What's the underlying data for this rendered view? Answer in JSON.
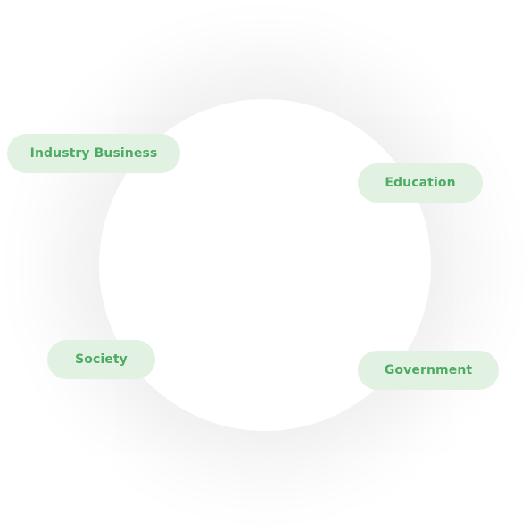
{
  "diagram": {
    "nodes": [
      {
        "id": "industry-business",
        "label": "Industry Business"
      },
      {
        "id": "education",
        "label": "Education"
      },
      {
        "id": "society",
        "label": "Society"
      },
      {
        "id": "government",
        "label": "Government"
      }
    ]
  },
  "colors": {
    "pill_background": "#e1f1e2",
    "pill_text": "#4dab63",
    "circle": "#ffffff",
    "page_background": "#ffffff"
  }
}
